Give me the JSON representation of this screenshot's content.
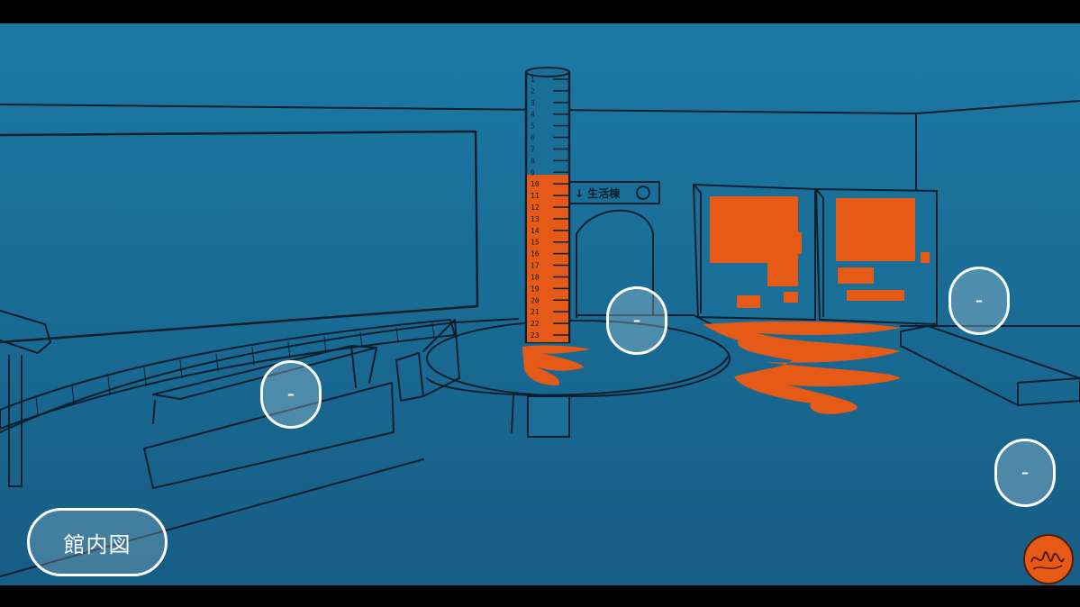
{
  "scene": {
    "colors": {
      "wall_top": "#1b7aa4",
      "wall_bottom": "#175d85",
      "line": "#0d1f2e",
      "water": "#e45a16",
      "bar": "#000000",
      "hotspot_border": "#ffffff"
    },
    "gauge_numbers": [
      "1",
      "2",
      "3",
      "4",
      "5",
      "6",
      "7",
      "8",
      "9",
      "10",
      "11",
      "12",
      "13",
      "14",
      "15",
      "16",
      "17",
      "18",
      "19",
      "20",
      "21",
      "22",
      "23"
    ],
    "gauge_water_level_fraction": 0.62,
    "sign_text": "↓ 生活棟"
  },
  "hotspots": [
    {
      "label": "–"
    },
    {
      "label": "–"
    },
    {
      "label": "–"
    },
    {
      "label": "–"
    }
  ],
  "map_button": {
    "label": "館内図"
  },
  "logo": {
    "icon": "yarn-ball-logo-icon"
  }
}
